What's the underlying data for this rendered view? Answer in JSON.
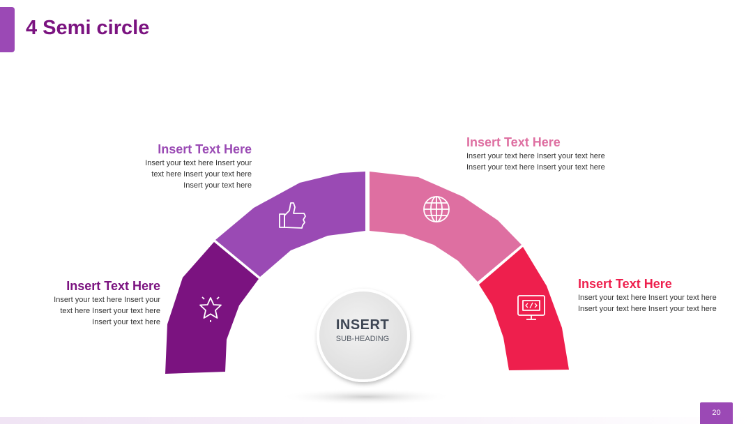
{
  "title": "4 Semi circle",
  "center": {
    "title": "INSERT",
    "subheading": "SUB-HEADING"
  },
  "segments": [
    {
      "heading": "Insert Text Here",
      "body": "Insert your text here Insert your text here Insert your text here Insert your text here",
      "icon": "star-icon",
      "color": "#7b1380"
    },
    {
      "heading": "Insert Text Here",
      "body": "Insert your text here Insert your text here Insert your text here Insert your text here",
      "icon": "thumbs-up-icon",
      "color": "#9a4ab4"
    },
    {
      "heading": "Insert Text Here",
      "body": "Insert your text here Insert your text here Insert your text here Insert your text here",
      "icon": "globe-icon",
      "color": "#de6fa1"
    },
    {
      "heading": "Insert Text Here",
      "body": "Insert your text here Insert your text here Insert your text here Insert your text here",
      "icon": "monitor-code-icon",
      "color": "#ee1f4d"
    }
  ],
  "page_number": "20",
  "colors": {
    "accent": "#9b49b5",
    "title": "#7b1380"
  }
}
